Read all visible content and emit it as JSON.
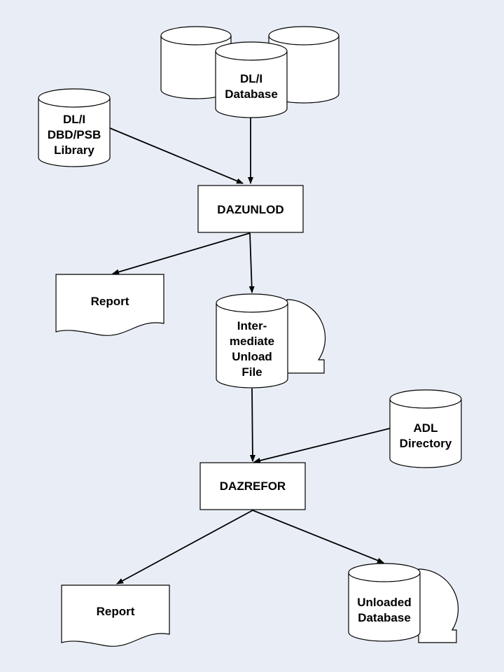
{
  "diagram": {
    "nodes": {
      "dli_database": {
        "lines": [
          "DL/I",
          "Database"
        ]
      },
      "dbd_psb_library": {
        "lines": [
          "DL/I",
          "DBD/PSB",
          "Library"
        ]
      },
      "dazunlod": {
        "label": "DAZUNLOD"
      },
      "report_1": {
        "label": "Report"
      },
      "intermediate_file": {
        "lines": [
          "Inter-",
          "mediate",
          "Unload",
          "File"
        ]
      },
      "adl_directory": {
        "lines": [
          "ADL",
          "Directory"
        ]
      },
      "dazrefor": {
        "label": "DAZREFOR"
      },
      "report_2": {
        "label": "Report"
      },
      "unloaded_database": {
        "lines": [
          "Unloaded",
          "Database"
        ]
      }
    },
    "edges": [
      {
        "from": "dli_database",
        "to": "dazunlod"
      },
      {
        "from": "dbd_psb_library",
        "to": "dazunlod"
      },
      {
        "from": "dazunlod",
        "to": "report_1"
      },
      {
        "from": "dazunlod",
        "to": "intermediate_file"
      },
      {
        "from": "intermediate_file",
        "to": "dazrefor"
      },
      {
        "from": "adl_directory",
        "to": "dazrefor"
      },
      {
        "from": "dazrefor",
        "to": "report_2"
      },
      {
        "from": "dazrefor",
        "to": "unloaded_database"
      }
    ]
  }
}
